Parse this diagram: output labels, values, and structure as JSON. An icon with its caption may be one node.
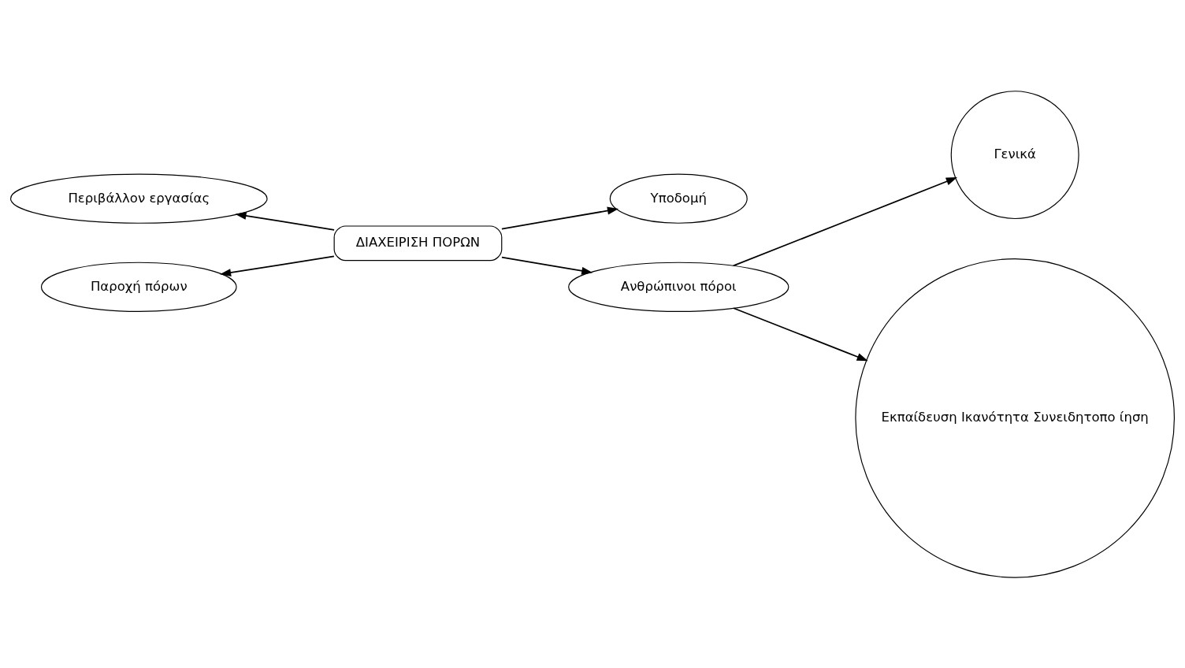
{
  "diagram": {
    "nodes": [
      {
        "text": [
          "Περιβάλλον εργασίας"
        ]
      },
      {
        "text": [
          "Υποδομή"
        ]
      },
      {
        "text": [
          "ΔΙΑΧΕΙΡΙΣΗ ΠΟΡΩΝ"
        ]
      },
      {
        "text": [
          "Παροχή πόρων"
        ]
      },
      {
        "text": [
          "Ανθρώπινοι πόροι"
        ]
      },
      {
        "text": [
          "Γενικά"
        ]
      },
      {
        "text": [
          "Εκπαίδευση Ικανότητα Συνειδητοπο ίηση"
        ]
      }
    ],
    "edges": [
      {
        "from": 2,
        "to": 0,
        "arrow": "to"
      },
      {
        "from": 2,
        "to": 1,
        "arrow": "to"
      },
      {
        "from": 2,
        "to": 3,
        "arrow": "to"
      },
      {
        "from": 2,
        "to": 4,
        "arrow": "to"
      },
      {
        "from": 4,
        "to": 5,
        "arrow": "to"
      },
      {
        "from": 4,
        "to": 6,
        "arrow": "to"
      }
    ]
  }
}
